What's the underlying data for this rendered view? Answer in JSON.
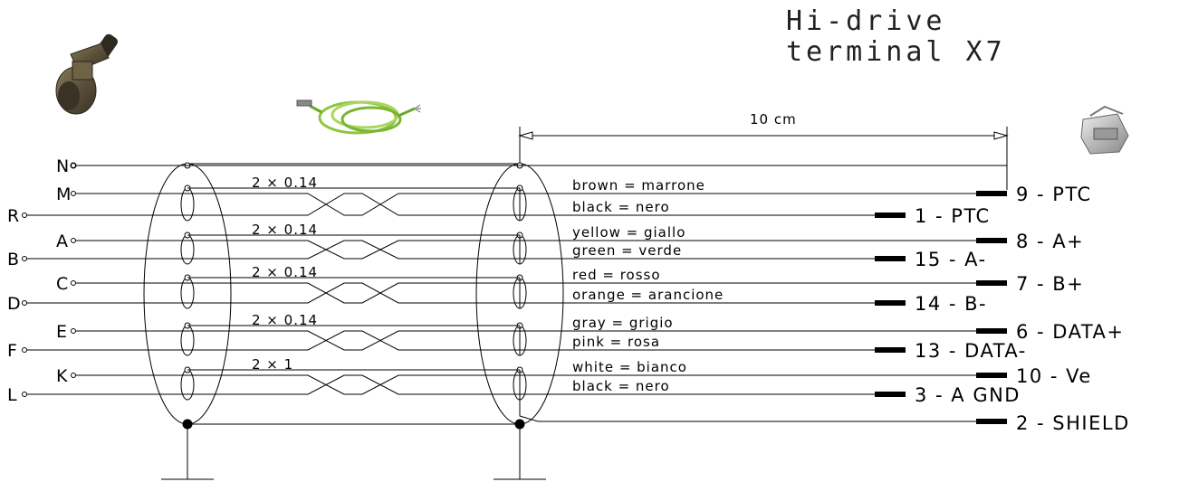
{
  "title": {
    "line1": "Hi-drive",
    "line2": "terminal X7"
  },
  "dimension": "10 cm",
  "left_pins": [
    "N",
    "M",
    "R",
    "A",
    "B",
    "C",
    "D",
    "E",
    "F",
    "K",
    "L"
  ],
  "pairs": [
    {
      "spec": "2 × 0.14",
      "wire_top": "brown = marrone",
      "wire_bottom": "black = nero",
      "term_top": "9 - PTC",
      "term_bottom": "1 - PTC"
    },
    {
      "spec": "2 × 0.14",
      "wire_top": "yellow = giallo",
      "wire_bottom": "green = verde",
      "term_top": "8 - A+",
      "term_bottom": "15 - A-"
    },
    {
      "spec": "2 × 0.14",
      "wire_top": "red = rosso",
      "wire_bottom": "orange = arancione",
      "term_top": "7 - B+",
      "term_bottom": "14 - B-"
    },
    {
      "spec": "2 × 0.14",
      "wire_top": "gray = grigio",
      "wire_bottom": "pink = rosa",
      "term_top": "6 - DATA+",
      "term_bottom": "13 - DATA-"
    },
    {
      "spec": "2 × 1",
      "wire_top": "white = bianco",
      "wire_bottom": "black = nero",
      "term_top": "10 - Ve",
      "term_bottom": "3 - A GND"
    }
  ],
  "shield_terminal": "2 - SHIELD",
  "icons": [
    "circular-connector-icon",
    "green-cable-icon",
    "sub-d-connector-icon"
  ]
}
